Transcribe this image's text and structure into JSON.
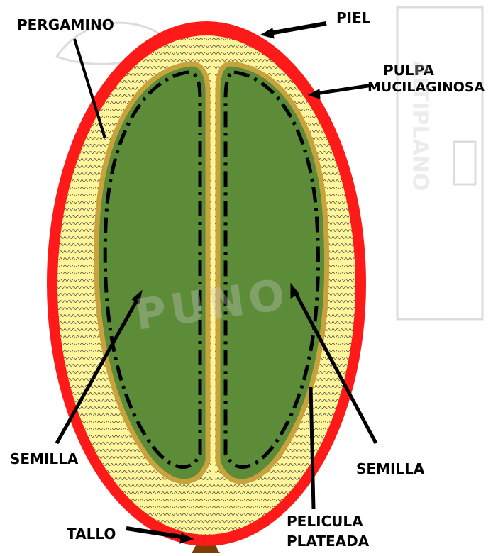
{
  "labels": {
    "piel": "PIEL",
    "pergamino": "PERGAMINO",
    "pulpa_line1": "PULPA",
    "pulpa_line2": "MUCILAGINOSA",
    "semilla_left": "SEMILLA",
    "semilla_right": "SEMILLA",
    "pelicula_line1": "PELICULA",
    "pelicula_line2": "PLATEADA",
    "tallo": "TALLO"
  },
  "watermark": {
    "text_center": "PUNO",
    "text_side": "ALTIPLANO"
  },
  "colors": {
    "skin": "#ff1a1a",
    "pulp": "#fff59a",
    "parchment": "#c8a23c",
    "seed": "#5c8c38",
    "stem": "#7a3e05",
    "dashes": "#000000",
    "watermark": "#d8d8d8"
  }
}
